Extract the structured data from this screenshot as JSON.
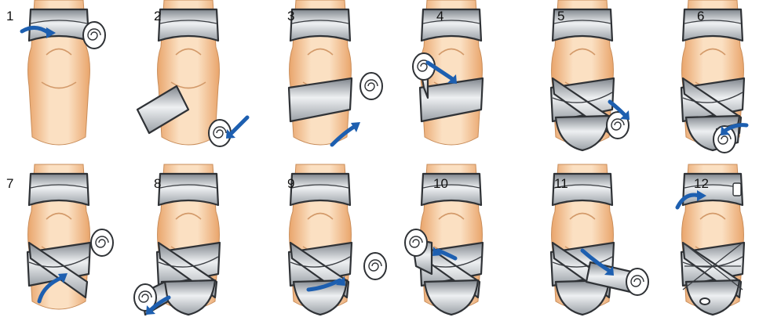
{
  "steps": [
    {
      "label": "1"
    },
    {
      "label": "2"
    },
    {
      "label": "3"
    },
    {
      "label": "4"
    },
    {
      "label": "5"
    },
    {
      "label": "6"
    },
    {
      "label": "7"
    },
    {
      "label": "8"
    },
    {
      "label": "9"
    },
    {
      "label": "10"
    },
    {
      "label": "11"
    },
    {
      "label": "12"
    }
  ],
  "colors": {
    "skin_light": "#fbe0c2",
    "skin_dark": "#e9a56c",
    "bandage_light": "#eef0f2",
    "bandage_dark": "#8f959c",
    "outline": "#2f3236",
    "arrow": "#1d5fb0"
  },
  "icons": [
    "leg-icon",
    "bandage-icon",
    "bandage-roll-icon",
    "direction-arrow-icon"
  ]
}
